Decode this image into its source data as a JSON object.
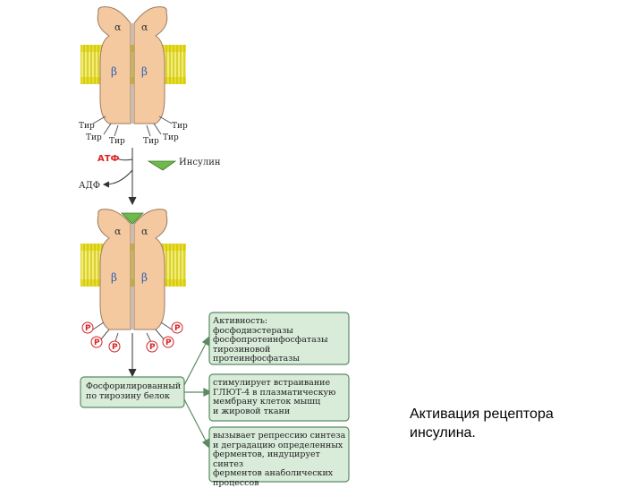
{
  "colors": {
    "membrane": "#e8df2a",
    "receptor": "#f5c9a0",
    "receptor_stroke": "#9a7a60",
    "insulin": "#6fb84a",
    "box_fill": "#d8ecd9",
    "box_stroke": "#5b8a64",
    "phospho": "#d22222"
  },
  "top": {
    "alpha_left": "α",
    "alpha_right": "α",
    "beta_left": "β",
    "beta_right": "β",
    "tyr_1": "Тир",
    "tyr_2": "Тир",
    "tyr_3": "Тир",
    "tyr_4": "Тир",
    "tyr_5": "Тир",
    "tyr_6": "Тир",
    "atp": "АТФ",
    "adp": "АДФ",
    "insulin": "Инсулин"
  },
  "bottom": {
    "alpha_left": "α",
    "alpha_right": "α",
    "beta_left": "β",
    "beta_right": "β",
    "p": "P"
  },
  "boxes": {
    "main": [
      "Фосфорилированный",
      "по тирозину белок"
    ],
    "activity": [
      "Активность:",
      "фосфодиэстеразы",
      "фосфопротеинфосфатазы",
      "тирозиновой протеинфосфатазы"
    ],
    "glut": [
      "стимулирует встраивание",
      "ГЛЮТ-4 в плазматическую",
      "мембрану клеток мышц",
      "и жировой ткани"
    ],
    "repress": [
      "вызывает репрессию синтеза",
      "и деградацию определенных",
      "ферментов, индуцирует синтез",
      "ферментов анаболических",
      "процессов"
    ]
  },
  "caption": [
    "Активация рецептора",
    "инсулина."
  ]
}
